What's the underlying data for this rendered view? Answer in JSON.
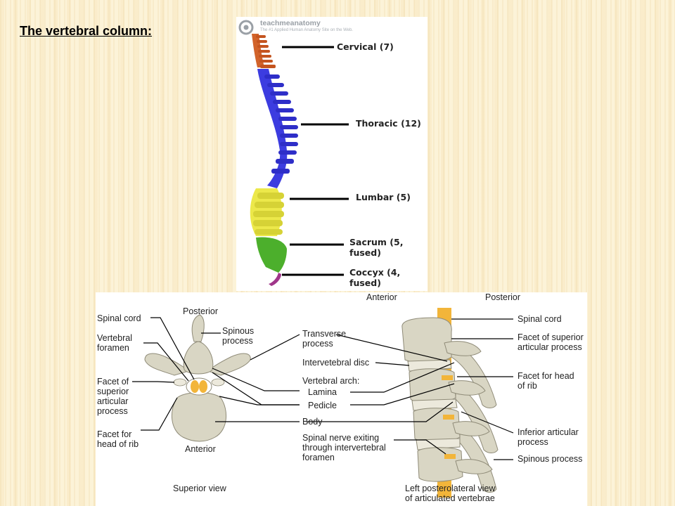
{
  "slide": {
    "title": "The vertebral column:"
  },
  "watermark": {
    "brand": "teachmeanatomy",
    "tagline": "The #1 Applied Human Anatomy Site on the Web."
  },
  "spine": {
    "labels": [
      {
        "key": "cervical",
        "text": "Cervical (7)",
        "color": "#d2632a"
      },
      {
        "key": "thoracic",
        "text": "Thoracic (12)",
        "color": "#3c3ce0"
      },
      {
        "key": "lumbar",
        "text": "Lumbar (5)",
        "color": "#ece84a"
      },
      {
        "key": "sacrum",
        "text": "Sacrum (5, fused)",
        "color": "#4caf2c"
      },
      {
        "key": "coccyx",
        "text": "Coccyx (4, fused)",
        "color": "#a0368a"
      }
    ]
  },
  "vertebrae": {
    "superior": {
      "orientation_top": "Posterior",
      "orientation_bottom": "Anterior",
      "view_title": "Superior view",
      "left_labels": [
        "Spinal cord",
        "Vertebral\nforamen",
        "Facet of\nsuperior\narticular\nprocess",
        "Facet for\nhead of rib"
      ],
      "spinous": "Spinous\nprocess"
    },
    "center_labels": {
      "transverse": "Transverse\nprocess",
      "disc": "Intervetebral disc",
      "arch": "Vertebral arch:",
      "lamina": "Lamina",
      "pedicle": "Pedicle",
      "body": "Body",
      "nerve": "Spinal nerve exiting\nthrough intervertebral\nforamen"
    },
    "lateral": {
      "anterior": "Anterior",
      "posterior": "Posterior",
      "view_title": "Left posterolateral view\nof articulated vertebrae",
      "right_labels": [
        "Spinal cord",
        "Facet of superior\narticular process",
        "Facet for head\nof rib",
        "Inferior articular\nprocess",
        "Spinous process"
      ]
    }
  },
  "colors": {
    "bone": "#d9d6c4",
    "cord": "#f2b53a",
    "disc": "#ece9dc"
  }
}
